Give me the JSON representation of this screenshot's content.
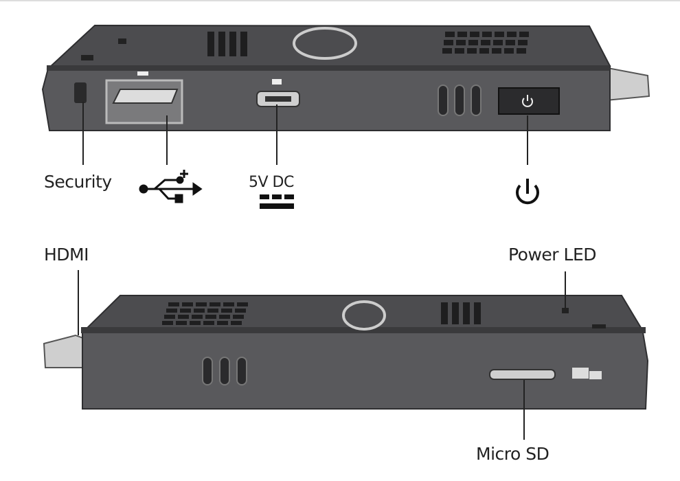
{
  "diagram": {
    "top_view_labels": {
      "security": "Security",
      "power_input": "5V DC"
    },
    "bottom_view_labels": {
      "hdmi": "HDMI",
      "power_led": "Power LED",
      "micro_sd": "Micro SD"
    },
    "icons": [
      "usb-icon",
      "dc-power-icon",
      "power-icon"
    ],
    "colors": {
      "body": "#555558",
      "top_face": "#4a4a4d",
      "edge": "#2e2e30",
      "connector": "#c8c8c8",
      "line": "#222222"
    }
  }
}
